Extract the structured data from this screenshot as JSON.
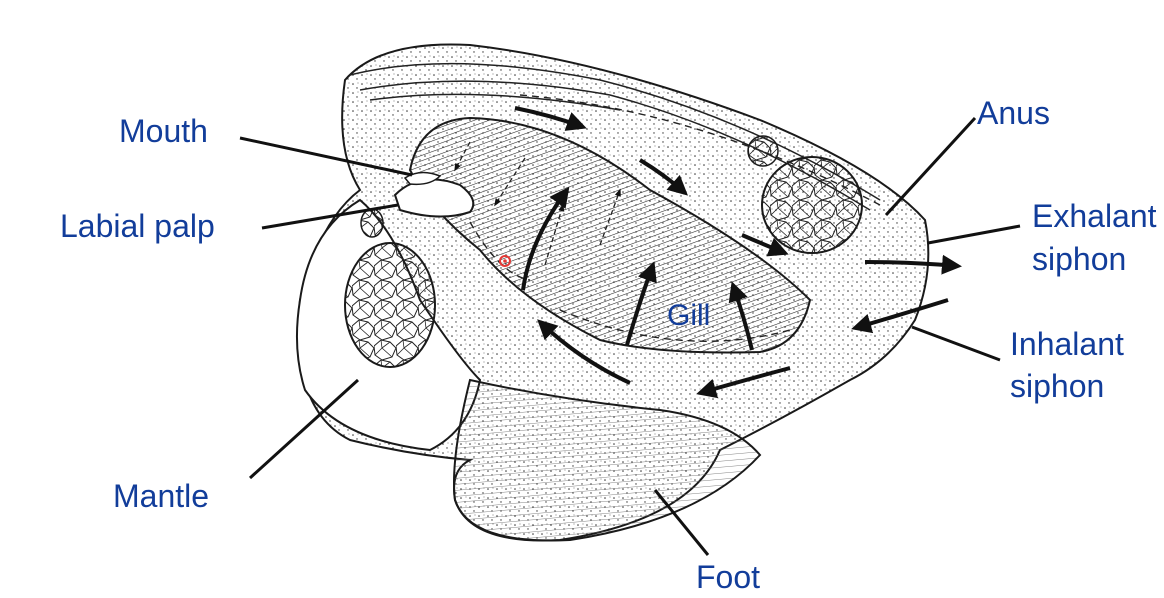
{
  "colors": {
    "label_text": "#123d9a",
    "leader_line": "#111111",
    "outline": "#1a1a1a",
    "pointer_dot": "#e53935",
    "background": "#ffffff"
  },
  "labels": {
    "mouth": "Mouth",
    "labial_palp": "Labial palp",
    "mantle": "Mantle",
    "foot": "Foot",
    "gill": "Gill",
    "anus": "Anus",
    "exhalant_siphon_1": "Exhalant",
    "exhalant_siphon_2": "siphon",
    "inhalant_siphon_1": "Inhalant",
    "inhalant_siphon_2": "siphon"
  }
}
